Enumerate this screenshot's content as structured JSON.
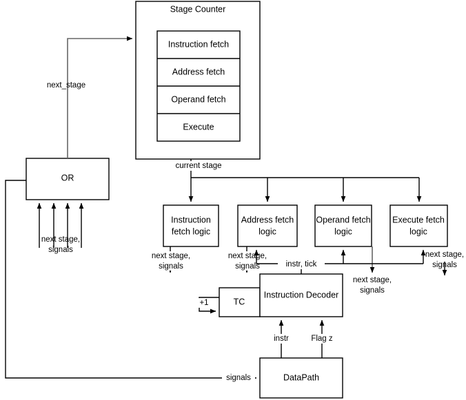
{
  "diagram": {
    "title": "Stage Counter",
    "stage_counter": {
      "label": "Stage Counter",
      "stages": [
        {
          "label": "Instruction fetch"
        },
        {
          "label": "Address fetch"
        },
        {
          "label": "Operand fetch"
        },
        {
          "label": "Execute"
        }
      ]
    },
    "or_block": {
      "label": "OR"
    },
    "logic_blocks": [
      {
        "label_line1": "Instruction",
        "label_line2": "fetch logic"
      },
      {
        "label_line1": "Address fetch",
        "label_line2": "logic"
      },
      {
        "label_line1": "Operand fetch",
        "label_line2": "logic"
      },
      {
        "label_line1": "Execute fetch",
        "label_line2": "logic"
      }
    ],
    "tc_block": {
      "label": "TC"
    },
    "decoder_block": {
      "label": "Instruction Decoder"
    },
    "datapath_block": {
      "label": "DataPath"
    },
    "edge_labels": {
      "next_stage": "next_stage",
      "current_stage": "current stage",
      "or_inputs_line1": "next stage,",
      "or_inputs_line2": "signals",
      "out1_line1": "next stage,",
      "out1_line2": "signals",
      "out2_line1": "next stage,",
      "out2_line2": "signals",
      "out3_line1": "next stage,",
      "out3_line2": "signals",
      "out4_line1": "next stage,",
      "out4_line2": "signals",
      "instr_tick": "instr, tick",
      "plus_one": "+1",
      "instr": "instr",
      "flag_z": "Flag z",
      "signals": "signals"
    },
    "colors": {
      "stroke": "#000000",
      "gray_stroke": "#666666",
      "background": "#ffffff",
      "text": "#000000"
    }
  }
}
